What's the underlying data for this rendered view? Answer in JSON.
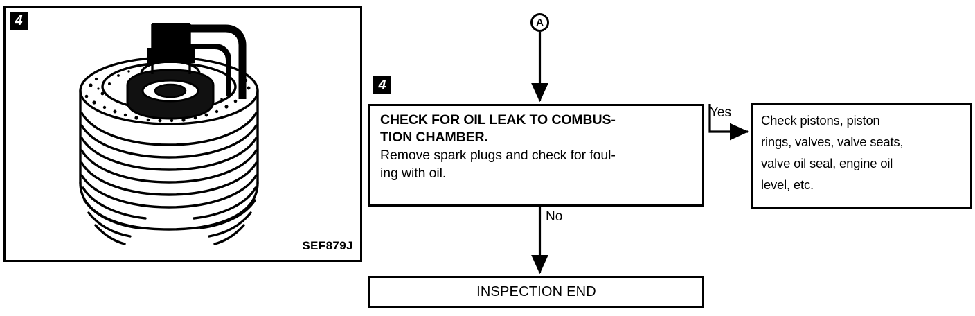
{
  "illustration": {
    "step_number": "4",
    "figure_code": "SEF879J",
    "subject_icon": "spark-plug-icon"
  },
  "flowchart": {
    "connector": {
      "label": "A",
      "icon": "circled-connector-icon"
    },
    "step_number": "4",
    "decision": {
      "heading_line_1": "CHECK FOR OIL LEAK TO COMBUS-",
      "heading_line_2": "TION CHAMBER.",
      "body_line_1": "Remove spark plugs and check for foul-",
      "body_line_2": "ing with oil."
    },
    "branches": {
      "yes_label": "Yes",
      "no_label": "No"
    },
    "yes_result": {
      "line_1": "Check pistons, piston",
      "line_2": "rings, valves, valve seats,",
      "line_3": "valve oil seal, engine oil",
      "line_4": "level, etc."
    },
    "end": {
      "label": "INSPECTION END"
    }
  },
  "colors": {
    "ink": "#000000",
    "paper": "#ffffff"
  }
}
